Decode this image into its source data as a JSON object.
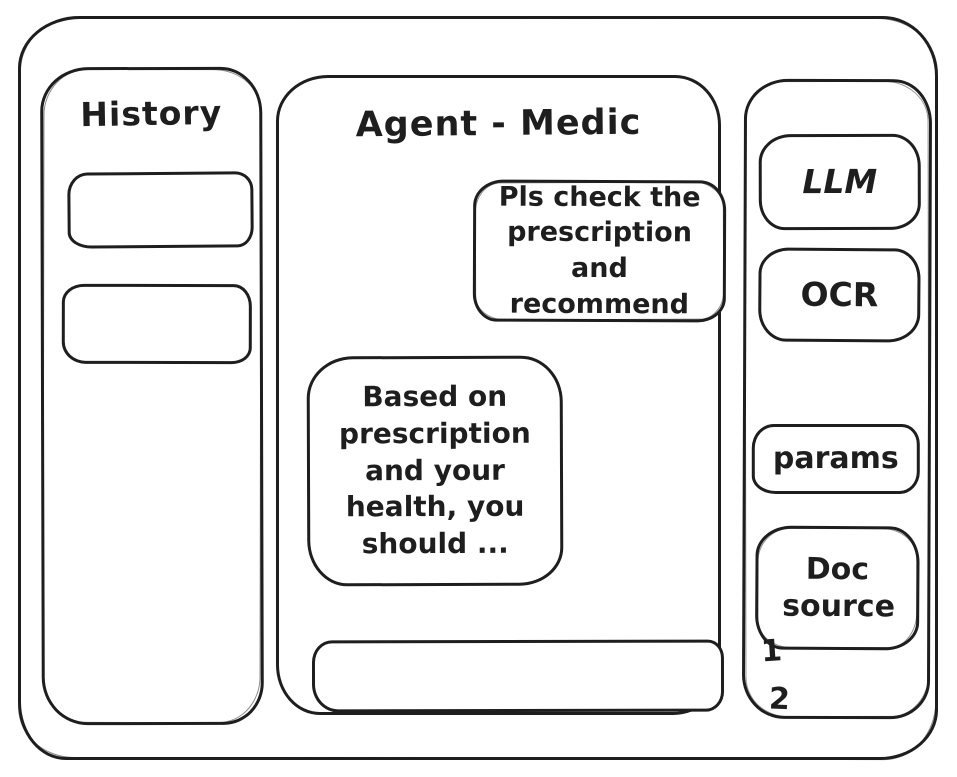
{
  "app": {
    "title": "Agent - Medic"
  },
  "colors": {
    "stroke": "#1e1e1e",
    "background": "#ffffff"
  },
  "history_panel": {
    "title": "History",
    "items": [
      {
        "label": ""
      },
      {
        "label": ""
      }
    ]
  },
  "chat_panel": {
    "title": "Agent - Medic",
    "messages": [
      {
        "role": "user",
        "align": "right",
        "text": "Pls check the prescription and recommend"
      },
      {
        "role": "agent",
        "align": "left",
        "text": "Based on prescription and your health, you should ..."
      }
    ],
    "input": {
      "value": "",
      "placeholder": ""
    }
  },
  "tools_panel": {
    "buttons": [
      {
        "label": "LLM"
      },
      {
        "label": "OCR"
      },
      {
        "label": "params"
      },
      {
        "label": "Doc source"
      }
    ],
    "doc_source_items": [
      "1",
      "2"
    ]
  }
}
